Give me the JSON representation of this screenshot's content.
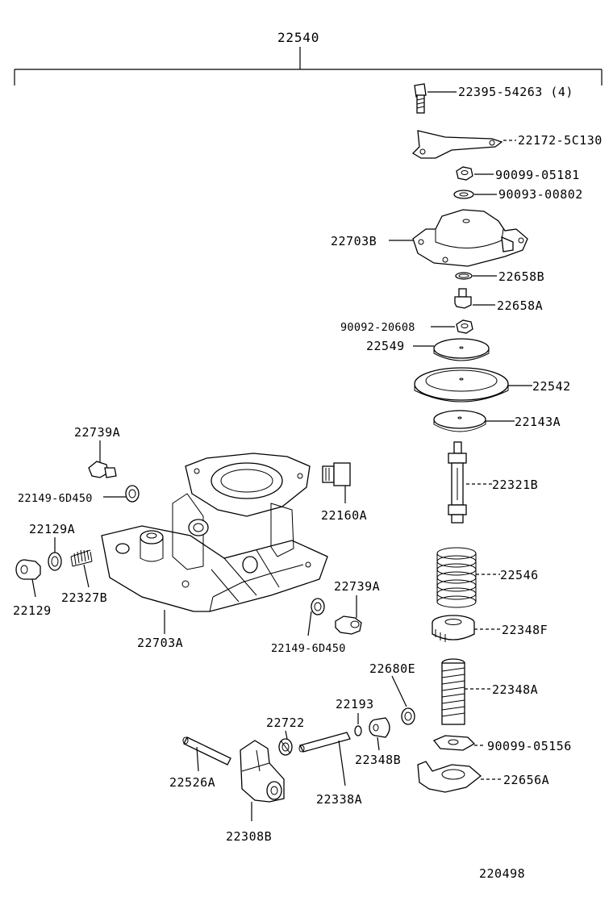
{
  "assembly": {
    "number": "22540"
  },
  "diagram_ref": "220498",
  "callouts": [
    {
      "id": "c1",
      "text": "22395-54263 (4)"
    },
    {
      "id": "c2",
      "text": "22172-5C130"
    },
    {
      "id": "c3",
      "text": "90099-05181"
    },
    {
      "id": "c4",
      "text": "90093-00802"
    },
    {
      "id": "c5",
      "text": "22703B"
    },
    {
      "id": "c6",
      "text": "22658B"
    },
    {
      "id": "c7",
      "text": "22658A"
    },
    {
      "id": "c8",
      "text": "90092-20608"
    },
    {
      "id": "c9",
      "text": "22549"
    },
    {
      "id": "c10",
      "text": "22542"
    },
    {
      "id": "c11",
      "text": "22143A"
    },
    {
      "id": "c12",
      "text": "22321B"
    },
    {
      "id": "c13",
      "text": "22546"
    },
    {
      "id": "c14",
      "text": "22348F"
    },
    {
      "id": "c15",
      "text": "22680E"
    },
    {
      "id": "c16",
      "text": "22348A"
    },
    {
      "id": "c17",
      "text": "90099-05156"
    },
    {
      "id": "c18",
      "text": "22656A"
    },
    {
      "id": "c19",
      "text": "22739A"
    },
    {
      "id": "c20",
      "text": "22149-6D450"
    },
    {
      "id": "c21",
      "text": "22160A"
    },
    {
      "id": "c22",
      "text": "22129A"
    },
    {
      "id": "c23",
      "text": "22129"
    },
    {
      "id": "c24",
      "text": "22327B"
    },
    {
      "id": "c25",
      "text": "22703A"
    },
    {
      "id": "c26",
      "text": "22739A"
    },
    {
      "id": "c27",
      "text": "22149-6D450"
    },
    {
      "id": "c28",
      "text": "22193"
    },
    {
      "id": "c29",
      "text": "22722"
    },
    {
      "id": "c30",
      "text": "22348B"
    },
    {
      "id": "c31",
      "text": "22526A"
    },
    {
      "id": "c32",
      "text": "22338A"
    },
    {
      "id": "c33",
      "text": "22308B"
    }
  ]
}
